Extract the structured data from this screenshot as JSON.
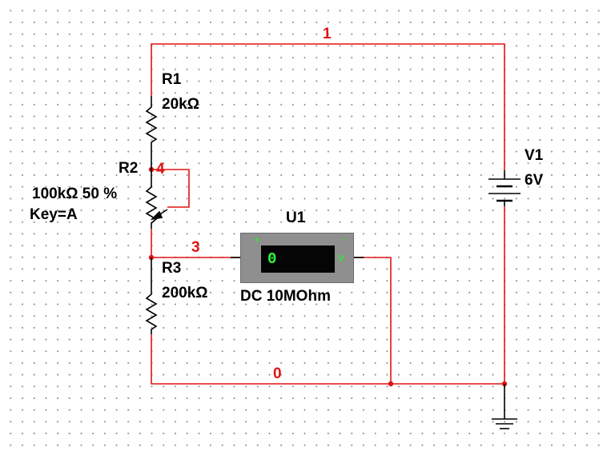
{
  "nets": {
    "n1": "1",
    "n4": "4",
    "n3": "3",
    "n0": "0"
  },
  "components": {
    "r1": {
      "ref": "R1",
      "value": "20kΩ"
    },
    "r2": {
      "ref": "R2",
      "value_line": "100kΩ  50 %",
      "key": "Key=A"
    },
    "r3": {
      "ref": "R3",
      "value": "200kΩ"
    },
    "v1": {
      "ref": "V1",
      "value": "6V"
    },
    "u1": {
      "ref": "U1",
      "reading": "0",
      "plus": "+",
      "minus": "-",
      "unit": "V",
      "mode": "DC  10MOhm"
    }
  },
  "colors": {
    "wire": "#e01414",
    "component": "#000000",
    "meter_body": "#8f8f8f",
    "meter_screen": "#050505",
    "meter_digits": "#2bff3a"
  }
}
